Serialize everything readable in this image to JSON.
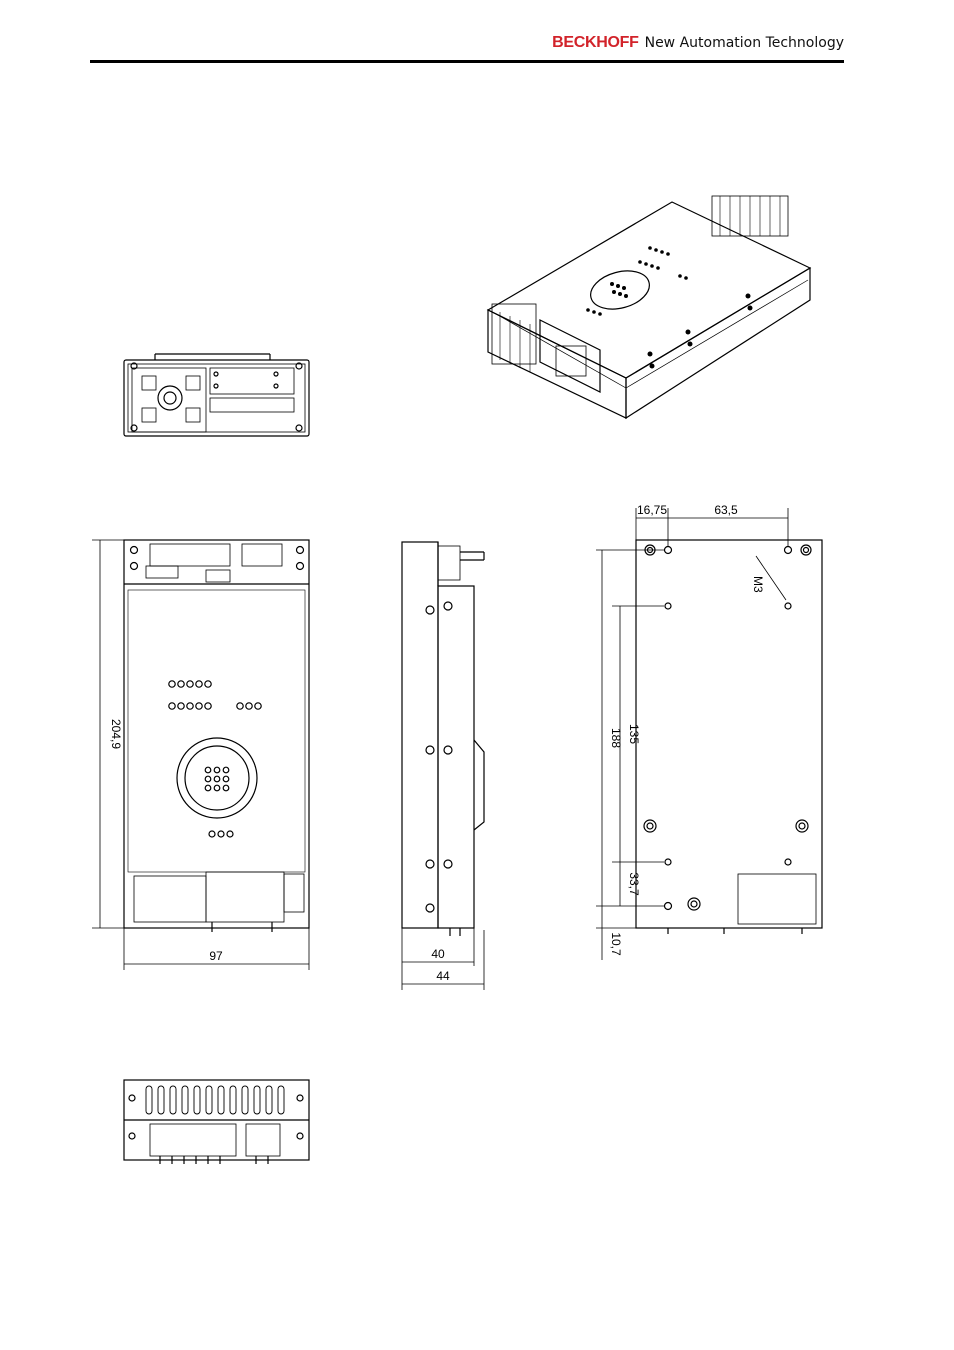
{
  "header": {
    "brand": "BECKHOFF",
    "tagline": "New Automation Technology"
  },
  "dimensions": {
    "front_height": "204,9",
    "front_width": "97",
    "side_depth_inner": "40",
    "side_depth_outer": "44",
    "mount_offset_x": "16,75",
    "mount_spacing_x": "63,5",
    "thread": "M3",
    "mount_height_total": "188",
    "mount_spacing_y": "135",
    "mount_offset_lower": "33,7",
    "mount_offset_bottom": "10,7"
  },
  "colors": {
    "brand_red": "#d2232a",
    "line": "#000000"
  }
}
